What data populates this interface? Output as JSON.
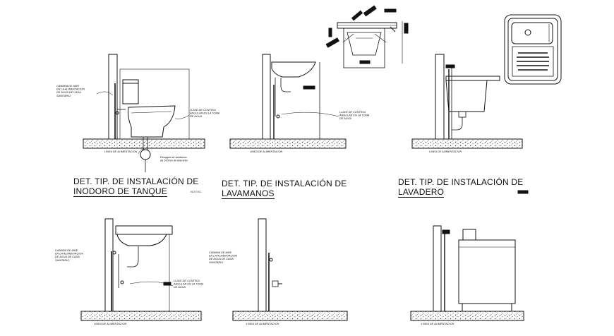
{
  "sheet": {
    "titles": {
      "inodoro": {
        "line1": "DET. TIP. DE INSTALACIÓN DE",
        "line2": "INODORO DE TANQUE",
        "scale_note": "NO ESC."
      },
      "lavamanos": {
        "line1": "DET. TIP. DE INSTALACIÓN DE",
        "line2": "LAVAMANOS"
      },
      "lavadero": {
        "line1": "DET. TIP. DE INSTALACIÓN DE",
        "line2": "LAVADERO"
      }
    },
    "notes": {
      "camara_aire_1": [
        "CAMARA DE AIRE",
        "EN LA ALIMENTACION",
        "DE AGUA DE CADA",
        "SANITARIO"
      ],
      "llave_control_1": [
        "LLAVE DE CONTROL",
        "ANGULAR EN LA TOMA",
        "DE AGUA"
      ],
      "linea_alimentacion_1": "LINEA DE ALIMENTACION",
      "desague_1": [
        "Desague de sanitarios",
        "de 100mm de diametro"
      ],
      "llave_control_2": [
        "LLAVE DE CONTROL",
        "ANGULAR EN LA TOMA",
        "DE AGUA"
      ],
      "linea_alimentacion_2": "LINEA DE ALIMENTACION",
      "linea_alimentacion_3": "LINEA DE ALIMENTACION",
      "camara_aire_4": [
        "CAMARA DE AIRE",
        "EN LA ALIMENTACION",
        "DE AGUA DE CADA",
        "SANITARIO"
      ],
      "llave_control_4": [
        "LLAVE DE CONTROL",
        "ANGULAR EN LA TOMA",
        "DE AGUA"
      ],
      "linea_alimentacion_4": "LINEA DE ALIMENTACION",
      "camara_aire_5": [
        "CAMARA DE AIRE",
        "EN LA ALIMENTACION",
        "DE AGUA DE CADA",
        "SANITARIO"
      ],
      "linea_alimentacion_5": "LINEA DE ALIMENTACION",
      "linea_alimentacion_6": "LINEA DE ALIMENTACION"
    },
    "colors": {
      "line": "#111111",
      "paper": "#ffffff",
      "hatch": "#666666"
    }
  }
}
